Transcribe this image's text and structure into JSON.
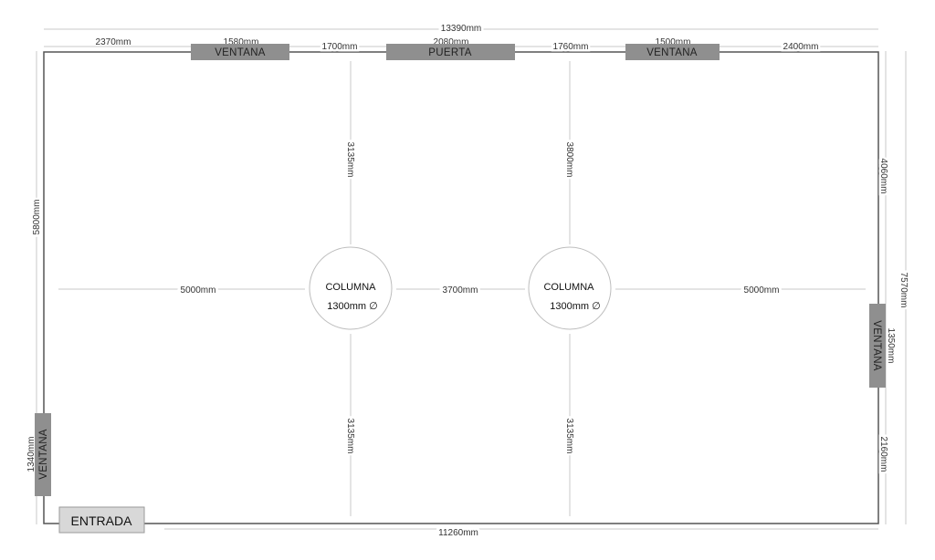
{
  "plan": {
    "labels": {
      "window": "VENTANA",
      "door": "PUERTA",
      "entrance": "ENTRADA",
      "column": "COLUMNA",
      "column_diameter": "1300mm ∅"
    },
    "dimensions": {
      "total_top": "13390mm",
      "top_seg_1": "2370mm",
      "top_win_1": "1580mm",
      "top_seg_2": "1700mm",
      "top_door": "2080mm",
      "top_seg_3": "1760mm",
      "top_win_2": "1500mm",
      "top_seg_4": "2400mm",
      "left_height": "5800mm",
      "left_window": "1340mm",
      "right_upper": "4060mm",
      "right_total": "7570mm",
      "right_window": "1350mm",
      "right_lower": "2160mm",
      "bottom": "11260mm",
      "col1_up": "3135mm",
      "col1_down": "3135mm",
      "col2_up": "3800mm",
      "col2_down": "3135mm",
      "col_left": "5000mm",
      "col_between": "3700mm",
      "col_right": "5000mm"
    }
  }
}
